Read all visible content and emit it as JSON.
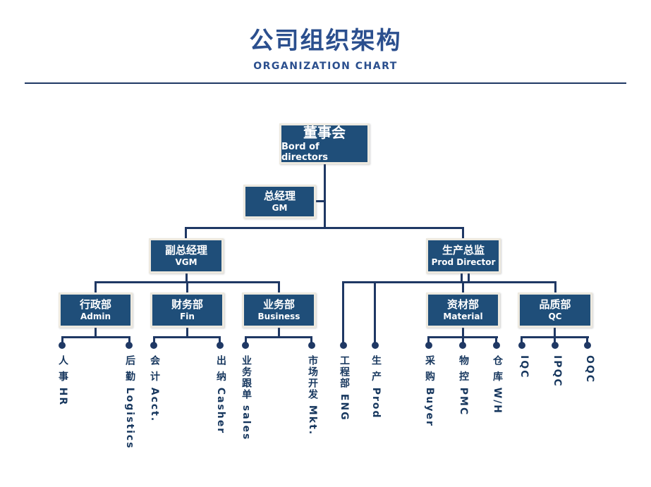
{
  "header": {
    "title_zh": "公司组织架构",
    "title_en": "ORGANIZATION CHART"
  },
  "colors": {
    "box_fill": "#1F4E79",
    "box_border": "#EDE9DF",
    "connector": "#1F3864",
    "title_text": "#2B4F8E",
    "leaf_text": "#17375E",
    "background": "#FFFFFF"
  },
  "nodes": {
    "board": {
      "zh": "董事会",
      "en": "Bord of directors"
    },
    "gm": {
      "zh": "总经理",
      "en": "GM"
    },
    "vgm": {
      "zh": "副总经理",
      "en": "VGM"
    },
    "prod_director": {
      "zh": "生产总监",
      "en": "Prod Director"
    },
    "admin": {
      "zh": "行政部",
      "en": "Admin"
    },
    "finance": {
      "zh": "财务部",
      "en": "Fin"
    },
    "business": {
      "zh": "业务部",
      "en": "Business"
    },
    "material": {
      "zh": "资材部",
      "en": "Material"
    },
    "qc": {
      "zh": "品质部",
      "en": "QC"
    }
  },
  "leaves": [
    {
      "id": "hr",
      "label": "人 事 HR"
    },
    {
      "id": "logistics",
      "label": "后 勤 Logistics"
    },
    {
      "id": "acct",
      "label": "会 计 Acct."
    },
    {
      "id": "casher",
      "label": "出 纳 Casher"
    },
    {
      "id": "sales",
      "label": "业务跟单 sales"
    },
    {
      "id": "mkt",
      "label": "市场开发 Mkt."
    },
    {
      "id": "eng",
      "label": "工程部 ENG"
    },
    {
      "id": "prod",
      "label": "生 产 Prod"
    },
    {
      "id": "buyer",
      "label": "采 购 Buyer"
    },
    {
      "id": "pmc",
      "label": "物 控 PMC"
    },
    {
      "id": "wh",
      "label": "仓 库 W/H"
    },
    {
      "id": "iqc",
      "label": "IQC"
    },
    {
      "id": "ipqc",
      "label": "IPQC"
    },
    {
      "id": "oqc",
      "label": "OQC"
    }
  ]
}
